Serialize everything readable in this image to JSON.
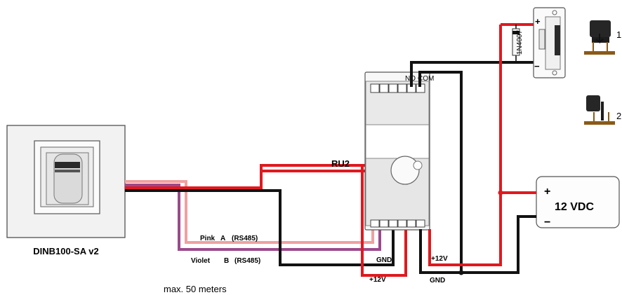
{
  "devices": {
    "reader_label": "DINB100-SA v2",
    "relay_label": "RU2",
    "relay_no": "NO",
    "relay_com": "COM",
    "lock_plus": "+",
    "lock_minus": "−",
    "diode_label": "1N4007",
    "psu_plus": "+",
    "psu_minus": "−",
    "psu_label": "12 VDC"
  },
  "wires": {
    "pink_name": "Pink",
    "pink_signal": "A",
    "pink_bus": "(RS485)",
    "violet_name": "Violet",
    "violet_signal": "B",
    "violet_bus": "(RS485)",
    "gnd_left": "GND",
    "plus12_left": "+12V",
    "plus12_right": "+12V",
    "gnd_right": "GND"
  },
  "notes": {
    "distance": "max. 50 meters",
    "option1_number": "1",
    "option2_number": "2"
  },
  "colors": {
    "red": "#e0191f",
    "black": "#121212",
    "pink": "#f0a0a0",
    "violet": "#9b4a8c"
  }
}
